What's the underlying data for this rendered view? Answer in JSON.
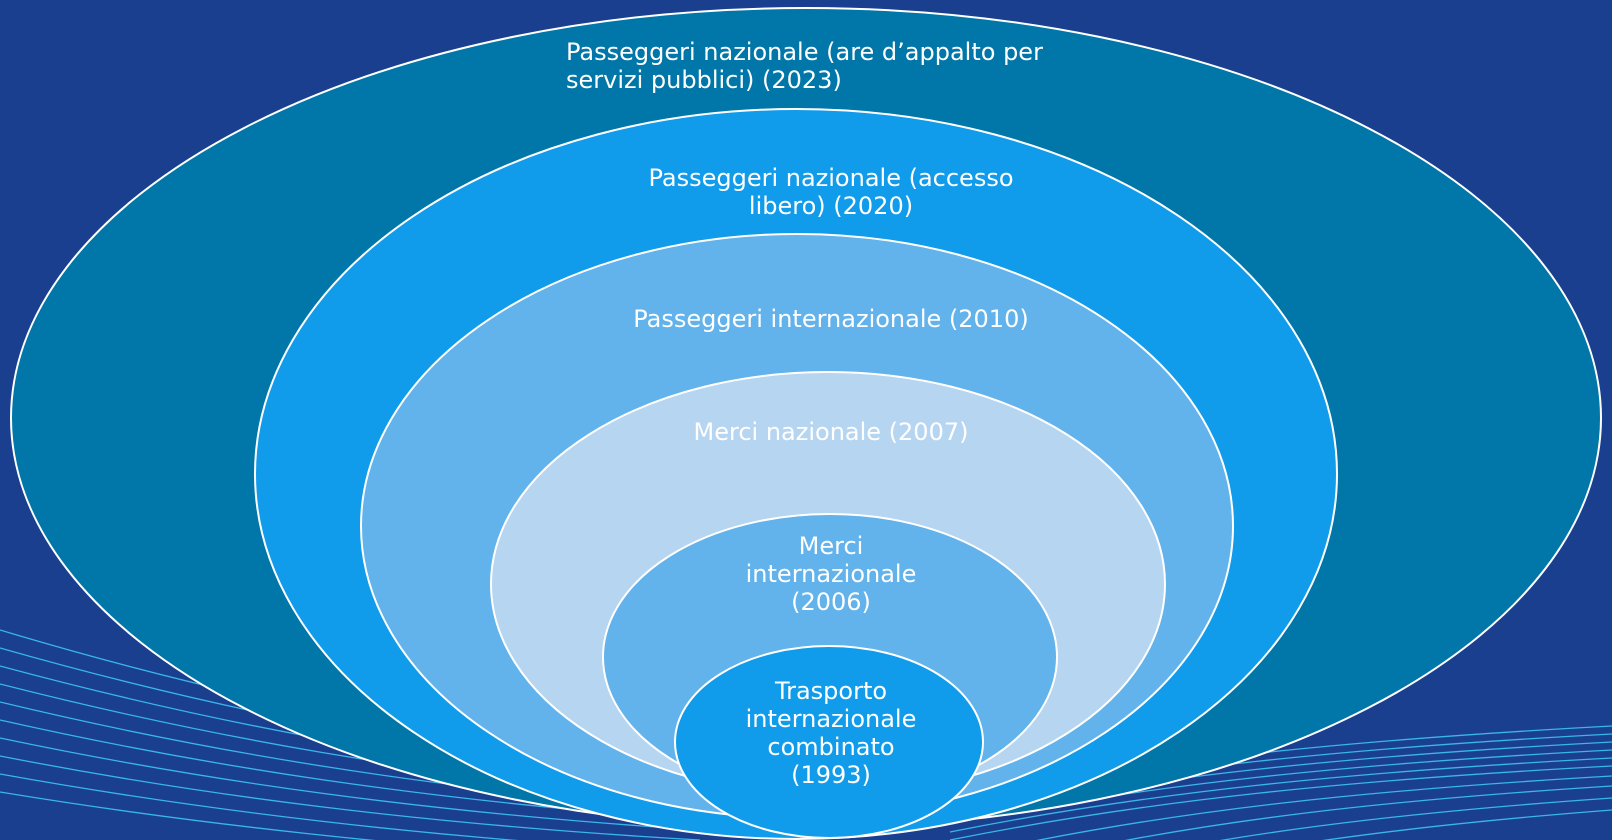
{
  "diagram": {
    "colors": {
      "background": "#1a3f8f",
      "ring_1": "#0077a8",
      "ring_2": "#119ceb",
      "ring_3": "#62b2eb",
      "ring_4": "#b6d5f1",
      "ring_5": "#62b2eb",
      "core": "#119ceb",
      "outline": "#ffffff",
      "decorative_lines": "#3cc4f2"
    },
    "rings": [
      {
        "lines": [
          "Passeggeri nazionale (are d’appalto per",
          "servizi pubblici) (2023)"
        ]
      },
      {
        "lines": [
          "Passeggeri nazionale (accesso",
          "libero) (2020)"
        ]
      },
      {
        "lines": [
          "Passeggeri internazionale (2010)"
        ]
      },
      {
        "lines": [
          "Merci nazionale (2007)"
        ]
      },
      {
        "lines": [
          "Merci",
          "internazionale",
          "(2006)"
        ]
      },
      {
        "lines": [
          "Trasporto",
          "internazionale",
          "combinato",
          "(1993)"
        ]
      }
    ]
  }
}
